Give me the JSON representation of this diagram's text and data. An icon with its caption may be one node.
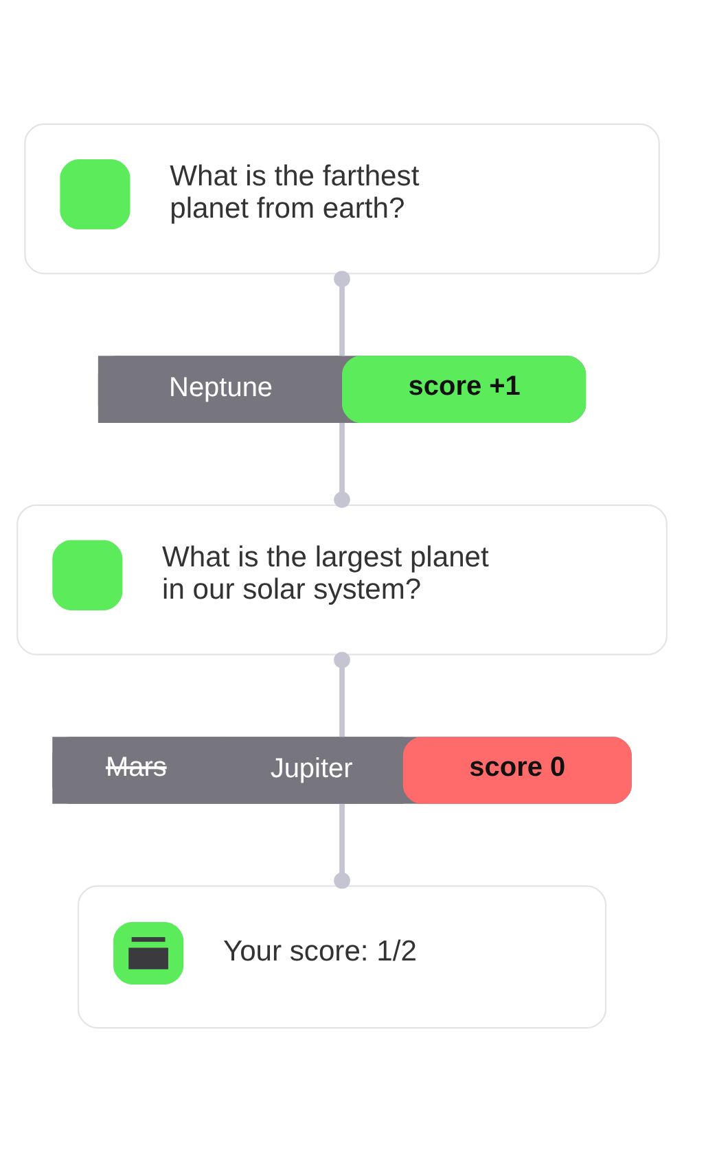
{
  "diagram": {
    "nodes": [
      {
        "text": [
          "What is the farthest planet from earth?"
        ]
      },
      {
        "text": [
          "Neptune",
          "score +1"
        ]
      },
      {
        "text": [
          "What is the largest planet in our solar system?"
        ]
      },
      {
        "text": [
          "Mars",
          "Jupiter",
          "score 0"
        ]
      },
      {
        "text": [
          "Your score: 1/2"
        ]
      }
    ],
    "edges": [
      {
        "from": 0,
        "to": 1,
        "arrow": "other"
      },
      {
        "from": 1,
        "to": 2,
        "arrow": "other"
      },
      {
        "from": 2,
        "to": 3,
        "arrow": "other"
      },
      {
        "from": 3,
        "to": 4,
        "arrow": "other"
      }
    ]
  }
}
